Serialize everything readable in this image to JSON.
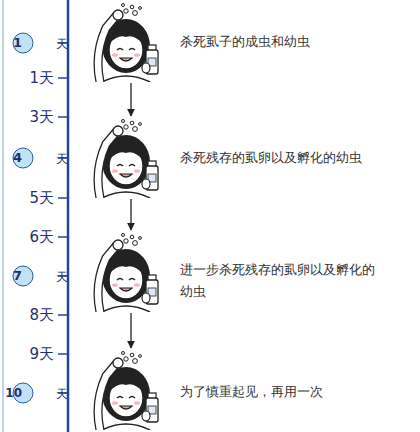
{
  "diagram": {
    "nodes": [
      {
        "text": [
          "杀死虱子的成虫和幼虫"
        ]
      },
      {
        "text": [
          "杀死残存的虱卵以及孵化的幼虫"
        ]
      },
      {
        "text": [
          "进一步杀死残存的虱卵以及孵化的幼虫"
        ]
      },
      {
        "text": [
          "为了慎重起见，再用一次"
        ]
      }
    ],
    "edges": [
      {
        "from": 0,
        "to": 1,
        "arrow": "to"
      },
      {
        "from": 1,
        "to": 2,
        "arrow": "to"
      },
      {
        "from": 2,
        "to": 3,
        "arrow": "to"
      }
    ],
    "labels": [
      "1",
      "天",
      "1天",
      "3天",
      "4",
      "天",
      "5天",
      "6天",
      "7",
      "天",
      "8天",
      "9天",
      "10",
      "天"
    ]
  }
}
